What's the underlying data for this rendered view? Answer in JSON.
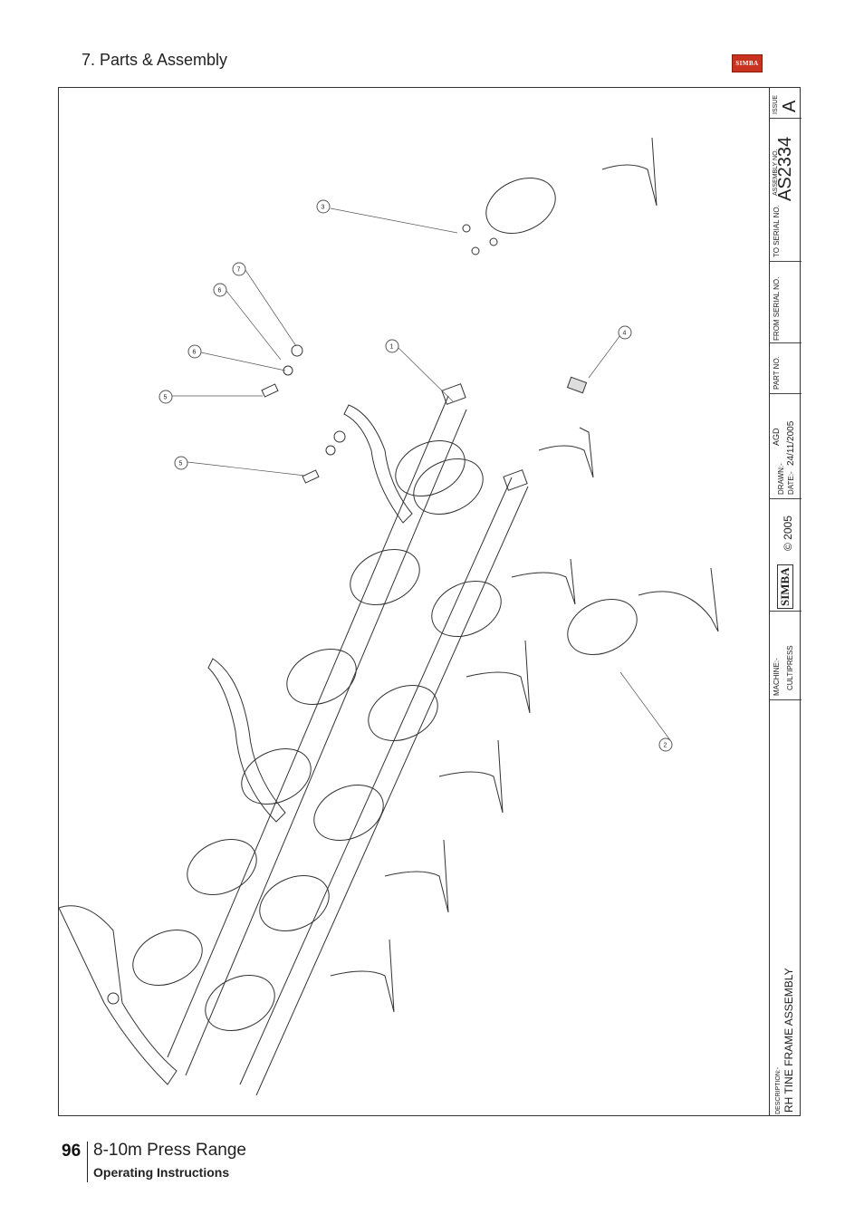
{
  "header": {
    "section_title": "7. Parts & Assembly",
    "brand_logo_text": "SIMBA"
  },
  "title_block": {
    "issue_label": "ISSUE",
    "issue_value": "A",
    "assembly_no_label": "ASSEMBLY NO.",
    "assembly_no_value": "AS2334",
    "to_serial_label": "TO SERIAL NO.",
    "from_serial_label": "FROM SERIAL NO.",
    "part_no_label": "PART NO.",
    "drawn_label": "DRAWN:-",
    "drawn_value": "AGD",
    "date_label": "DATE:-",
    "date_value": "24/11/2005",
    "copyright": "© 2005",
    "logo_text": "SIMBA",
    "machine_label": "MACHINE:-",
    "machine_value": "CULTIPRESS",
    "description_label": "DESCRIPTION:-",
    "description_value": "RH TINE FRAME ASSEMBLY"
  },
  "callouts": [
    "1",
    "2",
    "3",
    "4",
    "5",
    "5",
    "6",
    "6",
    "7"
  ],
  "footer": {
    "page_number": "96",
    "product_range": "8-10m Press Range",
    "doc_type": "Operating Instructions"
  },
  "colors": {
    "logo_red": "#c8321e",
    "line": "#333333"
  }
}
